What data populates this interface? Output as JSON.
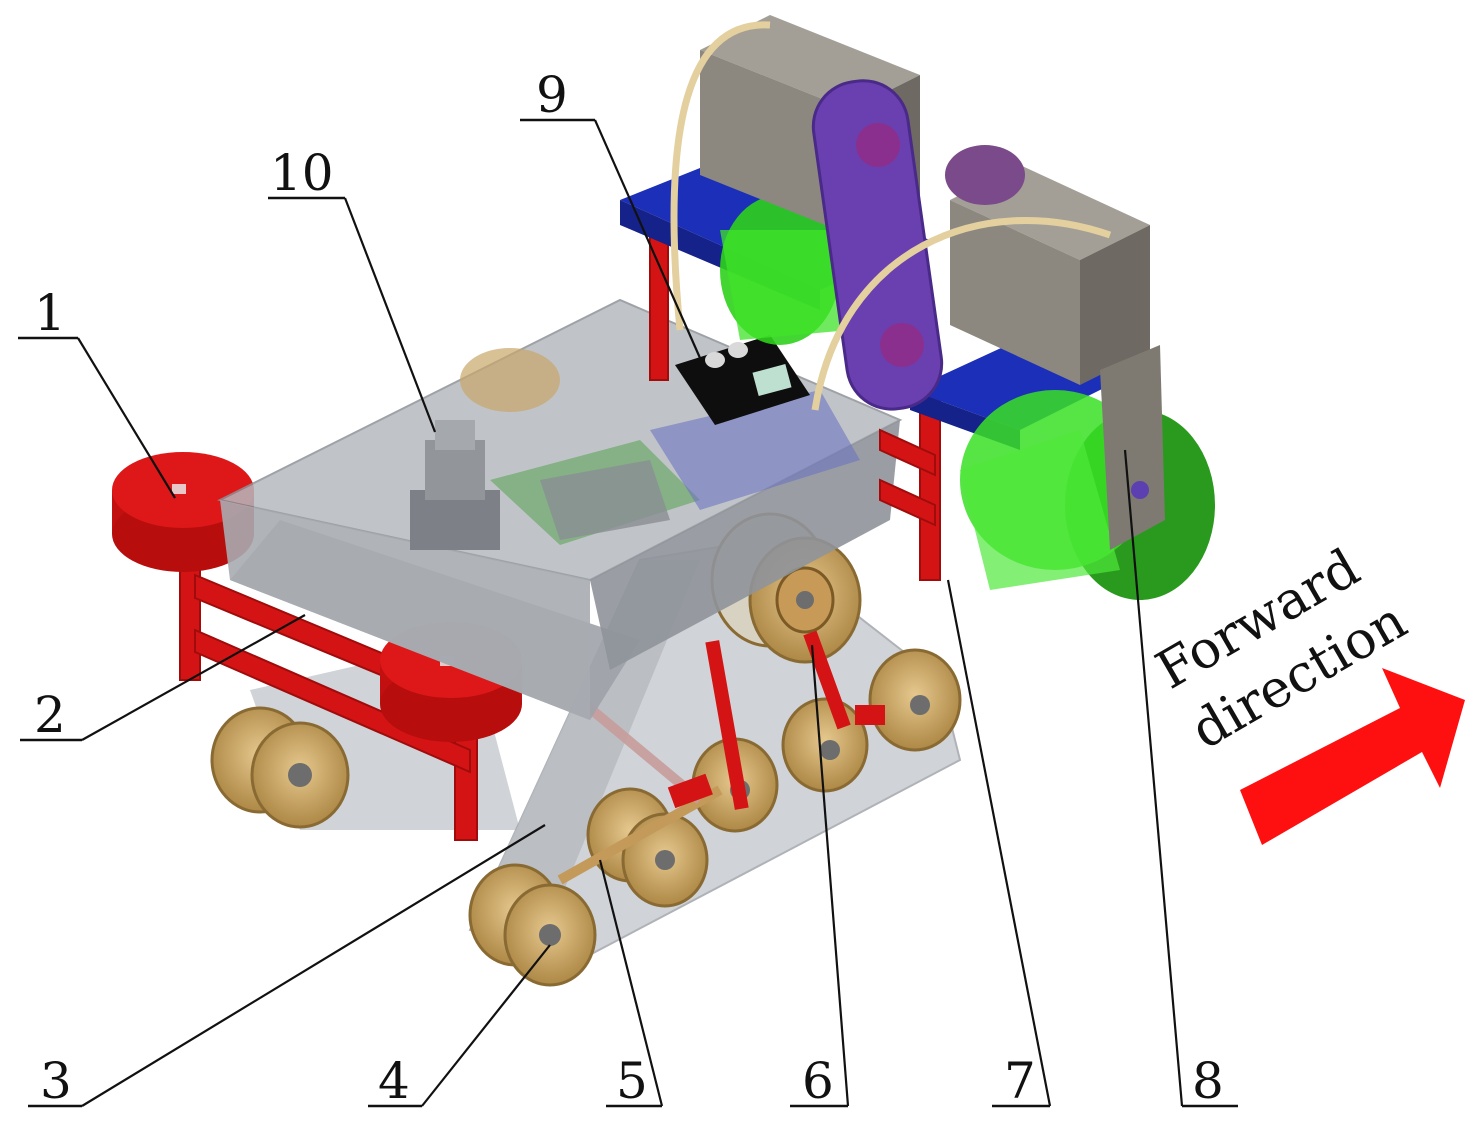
{
  "labels": {
    "l1": "1",
    "l2": "2",
    "l3": "3",
    "l4": "4",
    "l5": "5",
    "l6": "6",
    "l7": "7",
    "l8": "8",
    "l9": "9",
    "l10": "10"
  },
  "direction": {
    "line1": "Forward",
    "line2": "direction"
  },
  "colors": {
    "frame_red": "#d41414",
    "deck_gray": "#a9adb3",
    "track_gray": "#c2c6cc",
    "wheel_gold": "#caa46a",
    "bracket_blue": "#1c2fb8",
    "motor_box": "#8c8880",
    "belt_purple": "#6a3fb0",
    "rotor_green": "#2fd21c",
    "arrow_red": "#ff1010"
  }
}
